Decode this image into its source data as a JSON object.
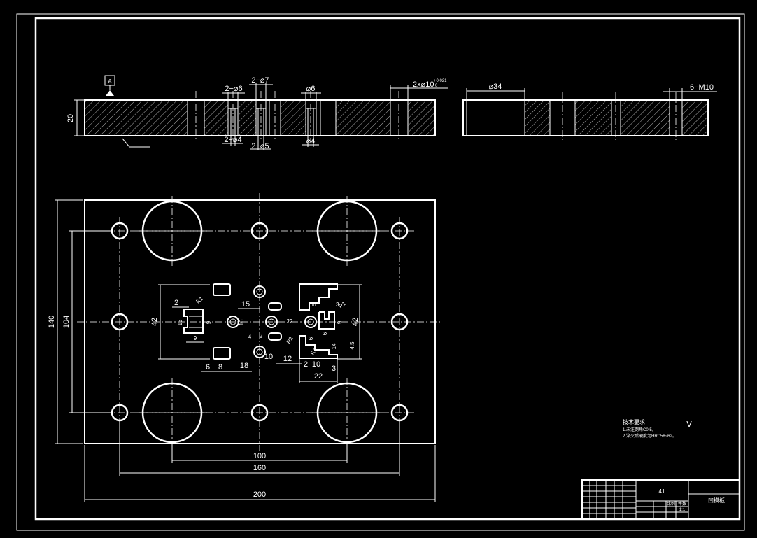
{
  "section_view": {
    "datum_label": "A",
    "thickness": "20",
    "callouts": {
      "hole_2x6": "2−⌀6",
      "hole_2x7": "2−⌀7",
      "hole_6": "⌀6",
      "ream_2x10": "2x⌀10",
      "ream_tol": "+0.021",
      "ream_tol_low": "0",
      "hole_2x4": "2−⌀4",
      "hole_2x5": "2−⌀5",
      "hole_4": "⌀4"
    }
  },
  "side_view": {
    "bore": "⌀34",
    "thread": "6−M10"
  },
  "plan_view": {
    "overall_height": "140",
    "bolt_height": "104",
    "inner_100": "100",
    "inner_160": "160",
    "overall_width": "200",
    "detail": {
      "d42_left": "42",
      "d42_right": "42",
      "d2": "2",
      "r1": "R1",
      "d13": "13",
      "d9a": "9",
      "d9b": "9",
      "d9c": "9",
      "d16": "16",
      "d2b": "2",
      "d10": "10",
      "d4": "4",
      "d22": "22",
      "d22b": "22",
      "d6a": "6",
      "d8": "8",
      "d18": "18",
      "d10b": "10",
      "d12": "12",
      "d2c": "2",
      "d10c": "10",
      "d3": "3",
      "d6b": "6",
      "d6c": "6",
      "d14": "14",
      "d45": "4.5",
      "r1b": "R1",
      "r2": "R2",
      "d3r1": "3",
      "r1c": "R1",
      "d15": "15"
    }
  },
  "notes": {
    "title": "技术要求",
    "line1": "1.未注倒角C0.5。",
    "line2": "2.淬火后硬度为HRC58~62。"
  },
  "roughness_mark": "∀",
  "title_block": {
    "sheet_code": "41",
    "part_name": "凹模板",
    "scale_label": "比例",
    "scale_value": "1:1",
    "material_label": "件数"
  }
}
